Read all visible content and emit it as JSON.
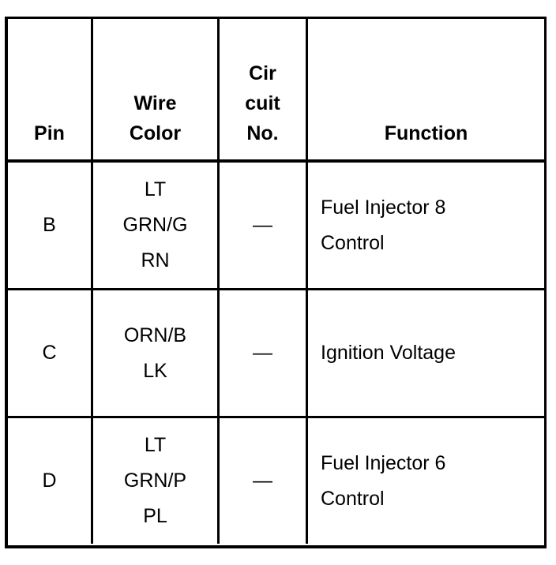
{
  "table": {
    "headers": {
      "pin": "Pin",
      "wire_color": "Wire\nColor",
      "circuit_no": "Cir\ncuit\nNo.",
      "function": "Function"
    },
    "rows": [
      {
        "pin": "B",
        "wire_color": "LT\nGRN/G\nRN",
        "circuit_no": "—",
        "function": "Fuel Injector 8\nControl"
      },
      {
        "pin": "C",
        "wire_color": "ORN/B\nLK",
        "circuit_no": "—",
        "function": "Ignition Voltage"
      },
      {
        "pin": "D",
        "wire_color": "LT\nGRN/P\nPL",
        "circuit_no": "—",
        "function": "Fuel Injector 6\nControl"
      }
    ]
  }
}
